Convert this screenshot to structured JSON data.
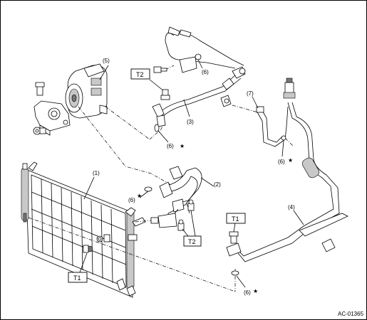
{
  "labels": {
    "p1": "(1)",
    "p2": "(2)",
    "p3": "(3)",
    "p4": "(4)",
    "p5": "(5)",
    "p6a": "(6)",
    "p6b": "(6)",
    "p6c": "(6)",
    "p6d": "(6)",
    "p6e": "(6)",
    "p7": "(7)"
  },
  "torque_boxes": {
    "t2_top": "T2",
    "t2_bottom": "T2",
    "t1_right": "T1",
    "t1_left": "T1"
  },
  "star_symbol": "★",
  "figure_code": "AC-01365"
}
